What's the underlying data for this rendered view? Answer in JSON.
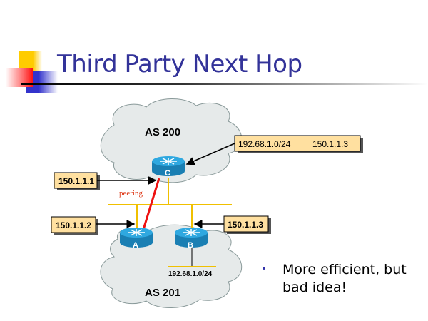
{
  "slide": {
    "title": "Third Party Next Hop",
    "bullets": [
      "More efficient, but bad idea!"
    ]
  },
  "diagram": {
    "clouds": [
      {
        "id": "as200",
        "label": "AS 200"
      },
      {
        "id": "as201",
        "label": "AS 201"
      }
    ],
    "routers": [
      {
        "id": "C",
        "label": "C"
      },
      {
        "id": "A",
        "label": "A"
      },
      {
        "id": "B",
        "label": "B"
      }
    ],
    "callouts": {
      "c_address": "150.1.1.1",
      "a_address": "150.1.1.2",
      "b_address": "150.1.1.3",
      "route_prefix": "192.68.1.0/24",
      "route_next_hop": "150.1.1.3"
    },
    "peering_label": "peering",
    "as201_network": "192.68.1.0/24",
    "colors": {
      "title": "#333399",
      "cloud_fill": "#e6eaea",
      "cloud_stroke": "#8a9a9a",
      "callout_fill": "#ffe0a0",
      "segment": "#f0c000",
      "peering": "#ee1111",
      "router_top": "#2fa8e0",
      "router_side": "#1a7fb3"
    }
  }
}
